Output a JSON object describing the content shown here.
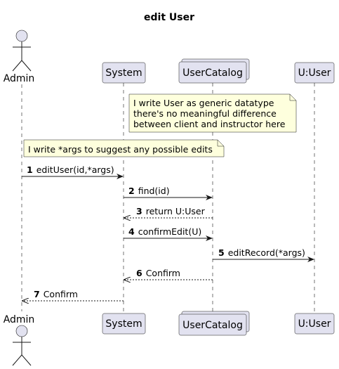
{
  "diagram": {
    "title": "edit User",
    "participants": {
      "admin": "Admin",
      "system": "System",
      "catalog": "UserCatalog",
      "user": "U:User"
    },
    "notes": {
      "note1": [
        "I write User as generic datatype",
        "there's no meaningful difference",
        "between client and instructor here"
      ],
      "note2": "I write *args to suggest any possible edits"
    },
    "messages": [
      {
        "num": "1",
        "text": "editUser(id,*args)",
        "style": "solid"
      },
      {
        "num": "2",
        "text": "find(id)",
        "style": "solid"
      },
      {
        "num": "3",
        "text": "return U:User",
        "style": "dashed"
      },
      {
        "num": "4",
        "text": "confirmEdit(U)",
        "style": "solid"
      },
      {
        "num": "5",
        "text": "editRecord(*args)",
        "style": "solid"
      },
      {
        "num": "6",
        "text": "Confirm",
        "style": "dashed"
      },
      {
        "num": "7",
        "text": "Confirm",
        "style": "dashed"
      }
    ]
  }
}
